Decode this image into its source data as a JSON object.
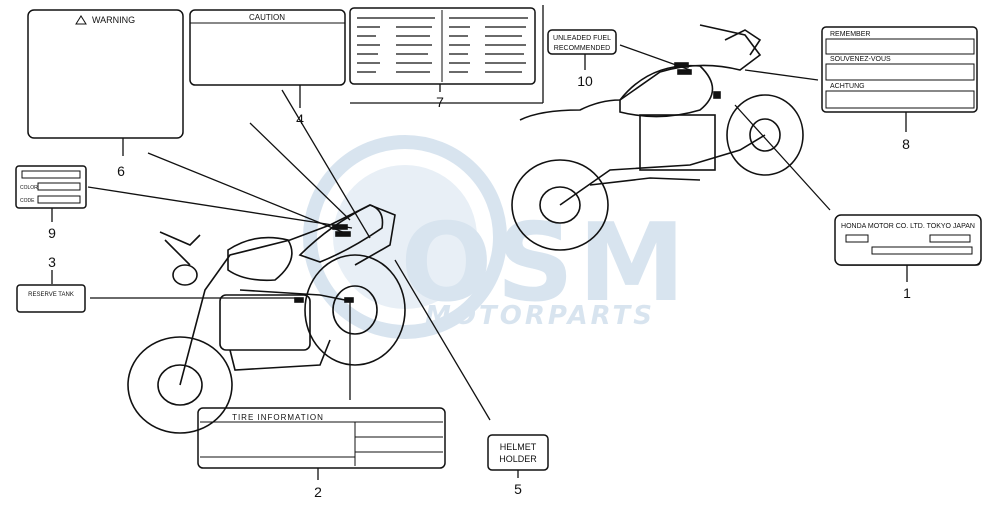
{
  "watermark": {
    "brand": "OSM",
    "subtitle": "MOTORPARTS",
    "color": "#b9cfe3"
  },
  "labels": {
    "warning": "WARNING",
    "caution": "CAUTION",
    "unleaded_line1": "UNLEADED FUEL",
    "unleaded_line2": "RECOMMENDED",
    "remember": "REMEMBER",
    "souvenez": "SOUVENEZ-VOUS",
    "achtung": "ACHTUNG",
    "honda": "HONDA MOTOR CO. LTD. TOKYO JAPAN",
    "color": "COLOR",
    "code": "CODE",
    "reserve_tank": "RESERVE TANK",
    "tire_information": "TIRE INFORMATION",
    "helmet_line1": "HELMET",
    "helmet_line2": "HOLDER"
  },
  "callouts": [
    "1",
    "2",
    "3",
    "4",
    "5",
    "6",
    "7",
    "8",
    "9",
    "10"
  ]
}
